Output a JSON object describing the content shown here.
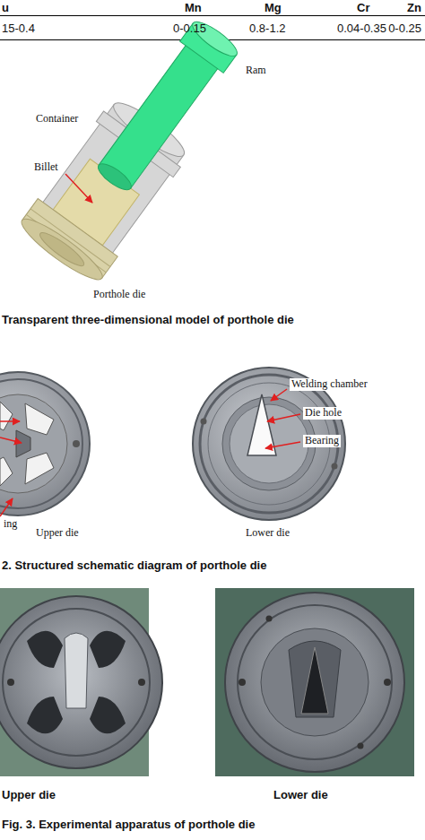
{
  "diagram": {
    "labels": [
      "u",
      "Mn",
      "Mg",
      "Cr",
      "Zn",
      "15-0.4",
      "0-0.15",
      "0.8-1.2",
      "0.04-0.35",
      "0-0.25",
      "Ram",
      "Container",
      "Billet",
      "Porthole die",
      "Transparent three-dimensional model of porthole die",
      "ing",
      "Upper die",
      "Welding chamber",
      "Die hole",
      "Bearing",
      "Lower die",
      "2. Structured schematic diagram of porthole die",
      "Upper die",
      "Lower die",
      "Fig. 3. Experimental apparatus of porthole die"
    ]
  }
}
